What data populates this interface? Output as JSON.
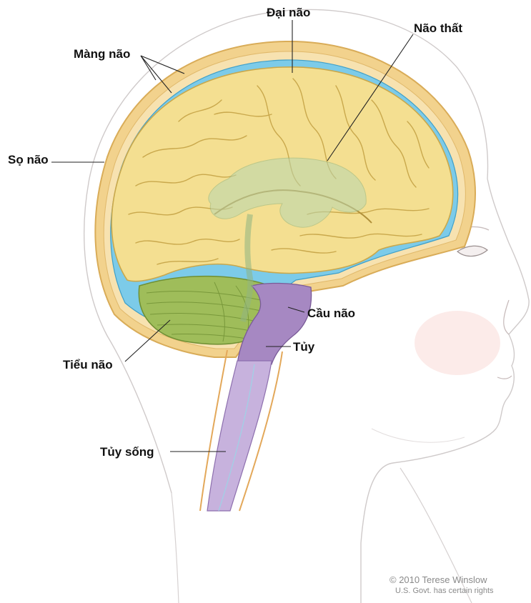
{
  "labels": {
    "dai_nao": "Đại não",
    "nao_that": "Não thất",
    "mang_nao": "Màng não",
    "so_nao": "Sọ não",
    "cau_nao": "Cầu não",
    "tuy": "Tủy",
    "tieu_nao": "Tiểu não",
    "tuy_song": "Tủy sống"
  },
  "credit": {
    "line1": "© 2010 Terese Winslow",
    "line2": "U.S. Govt. has certain rights"
  },
  "colors": {
    "cerebrum": "#f3de8e",
    "cerebellum": "#9dbb58",
    "brainstem": "#a487c0",
    "csf": "#6ec6e6",
    "skull": "#f0cf8a",
    "skin_outline": "#c9c4c4"
  }
}
